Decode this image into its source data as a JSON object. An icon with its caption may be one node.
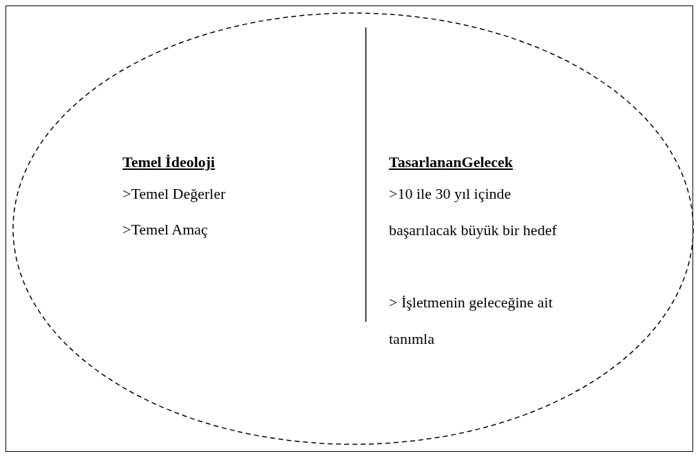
{
  "diagram": {
    "nodes": [
      {
        "text": [
          "Temel İdeoloji",
          ">Temel Değerler",
          ">Temel Amaç",
          "TasarlananGelecek",
          ">10 ile 30 yıl içinde başarılacak büyük bir hedef",
          "> İşletmenin geleceğine ait tanımla"
        ]
      }
    ],
    "edges": []
  }
}
